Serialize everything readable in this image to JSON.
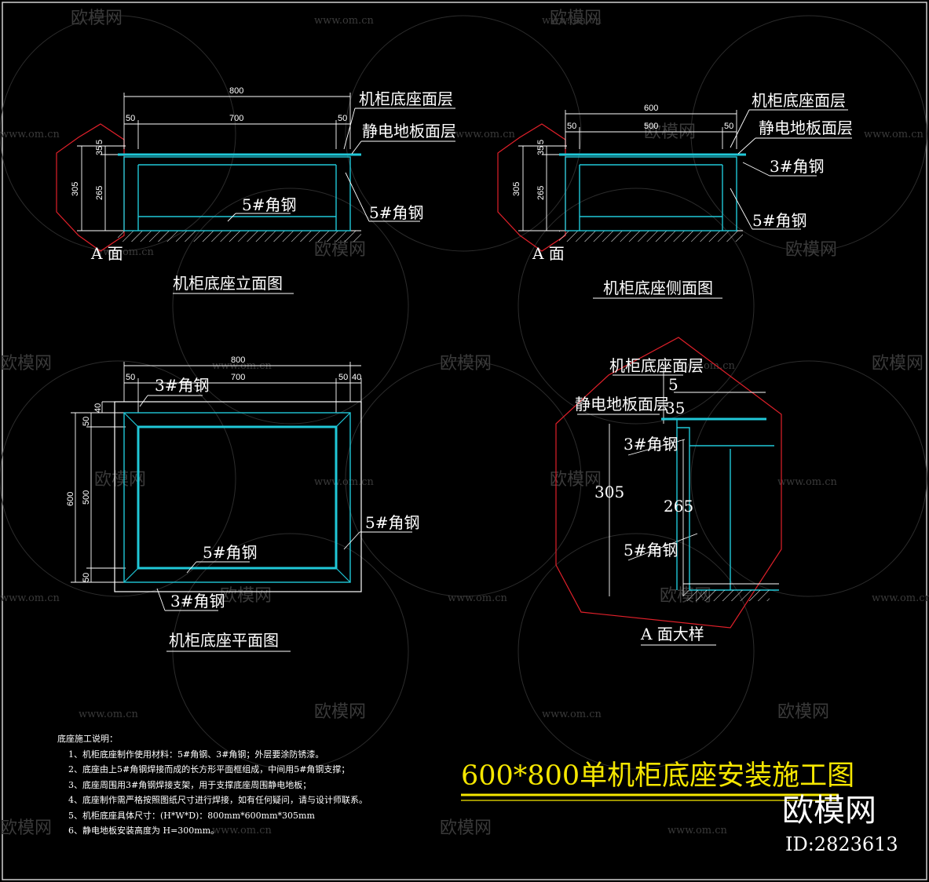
{
  "watermark": {
    "brand": "欧模网",
    "site": "www.om.cn"
  },
  "elevation": {
    "title": "机柜底座立面图",
    "dim_overall": "800",
    "dim_mid": "700",
    "dim_left": "50",
    "dim_right": "50",
    "dim_height": "305",
    "dim_lower": "265",
    "dim_top_a": "35",
    "dim_top_b": "5",
    "label_top_layer": "机柜底座面层",
    "label_floor_layer": "静电地板面层",
    "label_steel_inner": "5#角钢",
    "label_steel_right": "5#角钢",
    "label_face": "A 面"
  },
  "side": {
    "title": "机柜底座侧面图",
    "dim_overall": "600",
    "dim_mid": "500",
    "dim_left": "50",
    "dim_right": "50",
    "dim_height": "305",
    "dim_lower": "265",
    "dim_top_a": "35",
    "dim_top_b": "5",
    "label_top_layer": "机柜底座面层",
    "label_floor_layer": "静电地板面层",
    "label_steel_3": "3#角钢",
    "label_steel_5": "5#角钢",
    "label_face": "A 面"
  },
  "plan": {
    "title": "机柜底座平面图",
    "dim_overall": "800",
    "dim_mid": "700",
    "dim_left": "50",
    "dim_right_a": "50",
    "dim_right_b": "40",
    "dim_v_overall": "600",
    "dim_v_mid": "500",
    "dim_v_top": "50",
    "dim_v_bottom": "50",
    "dim_v_edge": "40",
    "label_steel_3_top": "3#角钢",
    "label_steel_5_right": "5#角钢",
    "label_steel_5_inner": "5#角钢",
    "label_steel_3_bottom": "3#角钢"
  },
  "detail": {
    "title": "A 面大样",
    "label_top_layer": "机柜底座面层",
    "label_floor_layer": "静电地板面层",
    "label_steel_3": "3#角钢",
    "label_steel_5": "5#角钢",
    "dim_5": "5",
    "dim_35": "35",
    "dim_305": "305",
    "dim_265": "265"
  },
  "notes": {
    "heading": "底座施工说明：",
    "items": [
      "1、机柜底座制作使用材料：5#角钢、3#角钢；外层要涂防锈漆。",
      "2、底座由上5#角钢焊接而成的长方形平面框组成，中间用5#角钢支撑；",
      "3、底座周围用3#角钢焊接支架，用于支撑底座周围静电地板；",
      "4、底座制作需严格按照图纸尺寸进行焊接，如有任何疑问，请与设计师联系。",
      "5、机柜底座具体尺寸：(H*W*D)：800mm*600mm*305mm",
      "6、静电地板安装高度为 H=300mm。"
    ]
  },
  "main_title": "600*800单机柜底座安装施工图",
  "brand": {
    "name": "欧模网",
    "id": "ID:2823613"
  },
  "colors": {
    "background": "#000000",
    "steel": "#20c8d8",
    "outline_red": "#e0202a",
    "title_yellow": "#f5e600",
    "line_white": "#ffffff"
  }
}
